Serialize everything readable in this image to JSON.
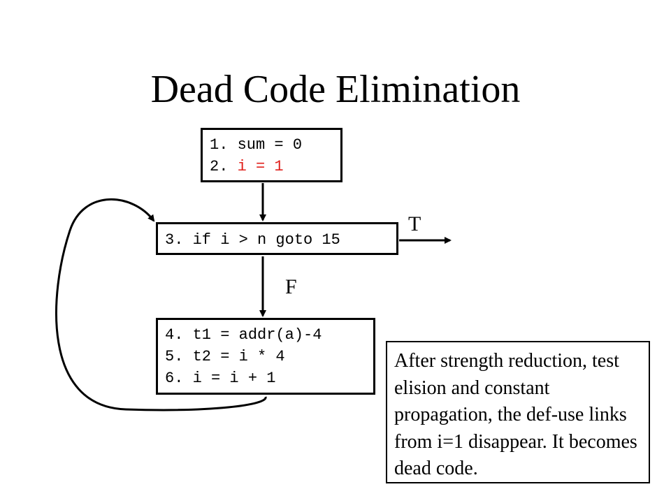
{
  "title": "Dead Code Elimination",
  "blocks": [
    {
      "lines": [
        {
          "text": "1. sum = 0"
        },
        {
          "prefix": "2. ",
          "highlight": "i = 1"
        }
      ]
    },
    {
      "lines": [
        "3. if i > n goto 15"
      ]
    },
    {
      "lines": [
        "4. t1 = addr(a)-4",
        "5. t2 = i * 4",
        "6. i = i + 1"
      ]
    }
  ],
  "edge_labels": {
    "true": "T",
    "false": "F"
  },
  "note": "After strength reduction, test elision and constant propagation, the def-use links from i=1 disappear. It becomes dead code.",
  "colors": {
    "highlight": "#e0201b",
    "stroke": "#000000"
  }
}
